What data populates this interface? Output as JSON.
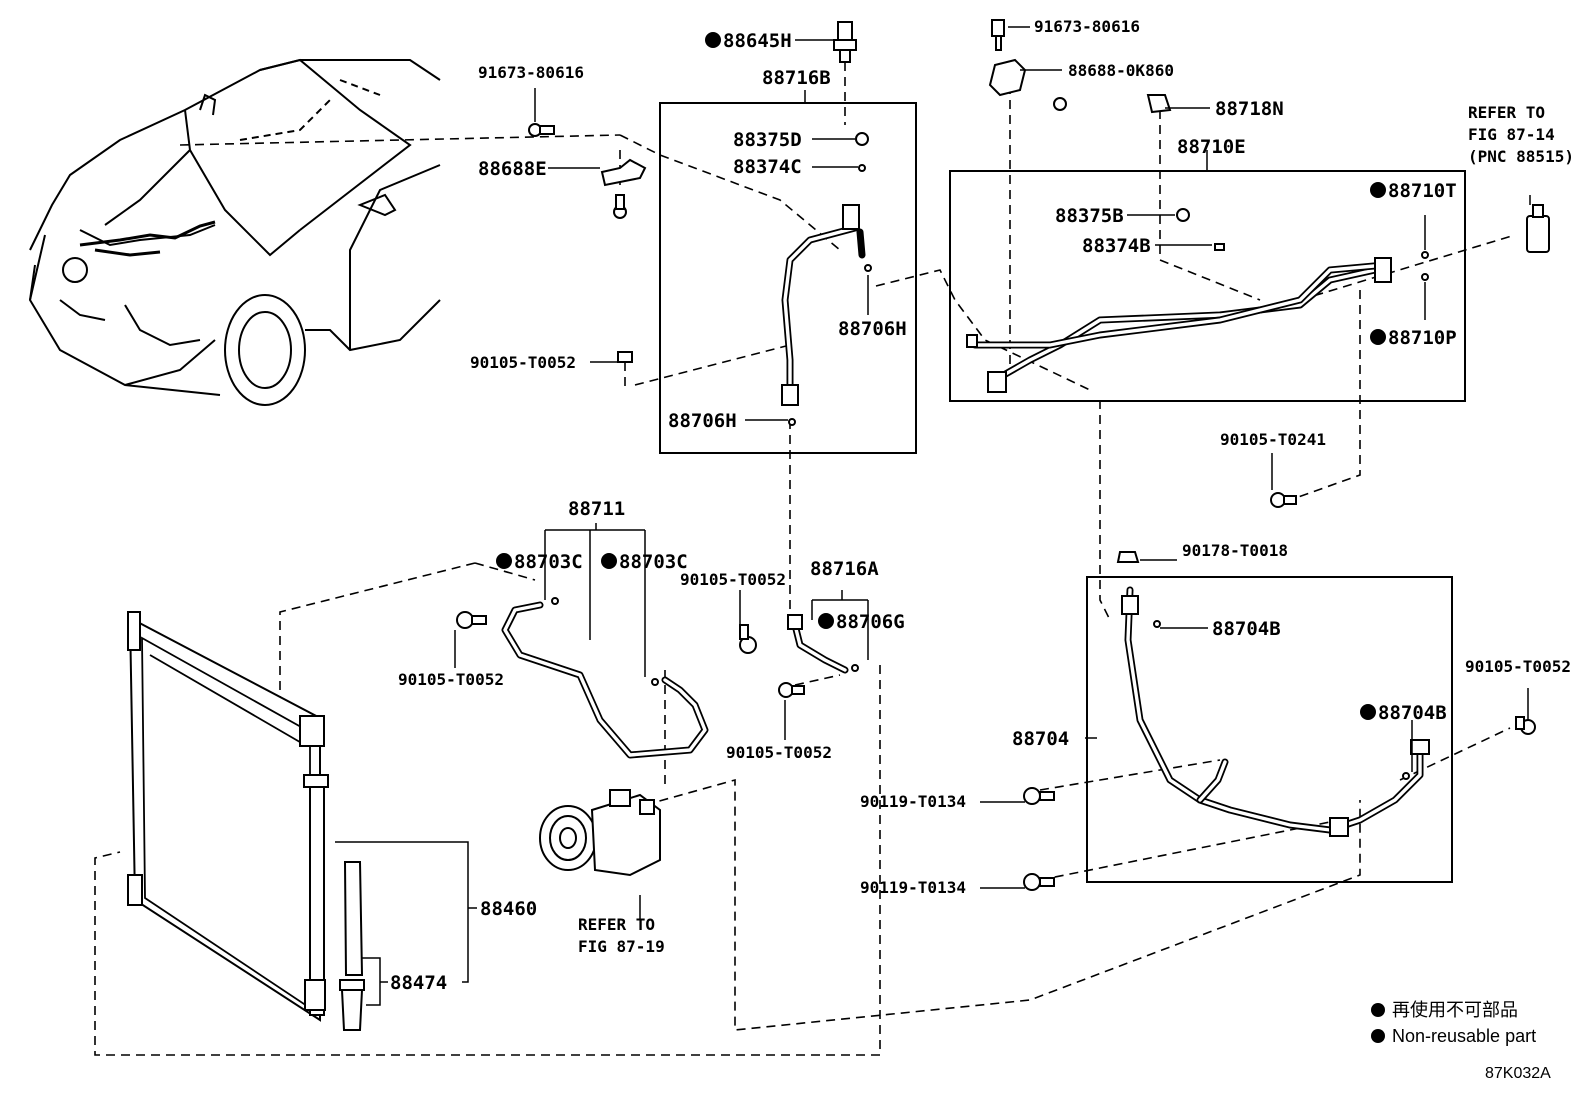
{
  "diagram": {
    "figure_code": "87K032A",
    "legend": {
      "line1": "再使用不可部品",
      "line2": "Non-reusable part"
    },
    "labels": {
      "p_88645H": "88645H",
      "p_91673_80616_a": "91673-80616",
      "p_91673_80616_b": "91673-80616",
      "p_88688E": "88688E",
      "p_88716B": "88716B",
      "p_88375D": "88375D",
      "p_88374C": "88374C",
      "p_88706H_a": "88706H",
      "p_88706H_b": "88706H",
      "p_90105_T0052_a": "90105-T0052",
      "p_88688_0K860": "88688-0K860",
      "p_88718N": "88718N",
      "p_88710E": "88710E",
      "p_88375B": "88375B",
      "p_88374B": "88374B",
      "p_88710T": "88710T",
      "p_88710P": "88710P",
      "refer_87_14_l1": "REFER TO",
      "refer_87_14_l2": "FIG 87-14",
      "refer_87_14_l3": "(PNC 88515)",
      "p_90105_T0241": "90105-T0241",
      "p_88711": "88711",
      "p_88703C_a": "88703C",
      "p_88703C_b": "88703C",
      "p_90105_T0052_b": "90105-T0052",
      "p_90105_T0052_c": "90105-T0052",
      "p_88716A": "88716A",
      "p_88706G": "88706G",
      "p_90105_T0052_d": "90105-T0052",
      "p_90178_T0018": "90178-T0018",
      "p_88704B_a": "88704B",
      "p_88704": "88704",
      "p_90105_T0052_e": "90105-T0052",
      "p_88704B_b": "88704B",
      "p_90119_T0134_a": "90119-T0134",
      "p_90119_T0134_b": "90119-T0134",
      "p_88460": "88460",
      "p_88474": "88474",
      "refer_87_19_l1": "REFER TO",
      "refer_87_19_l2": "FIG 87-19"
    }
  }
}
